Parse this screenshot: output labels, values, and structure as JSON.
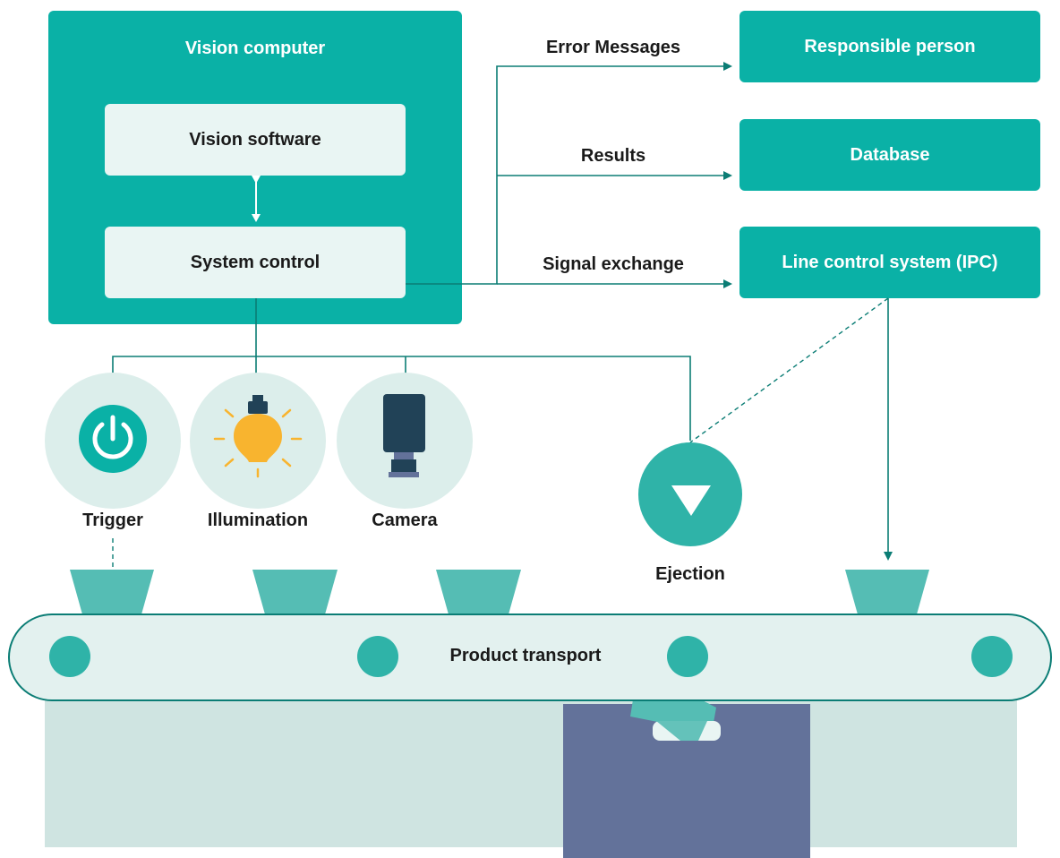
{
  "colors": {
    "teal": "#0ab1a6",
    "teal_light": "#55bdb4",
    "teal_dark": "#0b7d75",
    "panel_light": "#e9f5f3",
    "circle_bg": "#dceeeb",
    "machine_bg": "#cfe4e1",
    "bin": "#63729a",
    "camera": "#214257",
    "bulb": "#f8b42f"
  },
  "vision_computer": {
    "title": "Vision computer",
    "software": "Vision software",
    "control": "System control"
  },
  "outputs": {
    "responsible_person": "Responsible person",
    "database": "Database",
    "line_control": "Line control system (IPC)"
  },
  "flows": {
    "error_messages": "Error Messages",
    "results": "Results",
    "signal_exchange": "Signal exchange"
  },
  "devices": {
    "trigger": {
      "label": "Trigger",
      "icon": "power-icon"
    },
    "illumination": {
      "label": "Illumination",
      "icon": "lightbulb-icon"
    },
    "camera": {
      "label": "Camera",
      "icon": "camera-icon"
    },
    "ejection": {
      "label": "Ejection",
      "icon": "down-triangle-icon"
    }
  },
  "conveyor": {
    "label": "Product transport"
  }
}
